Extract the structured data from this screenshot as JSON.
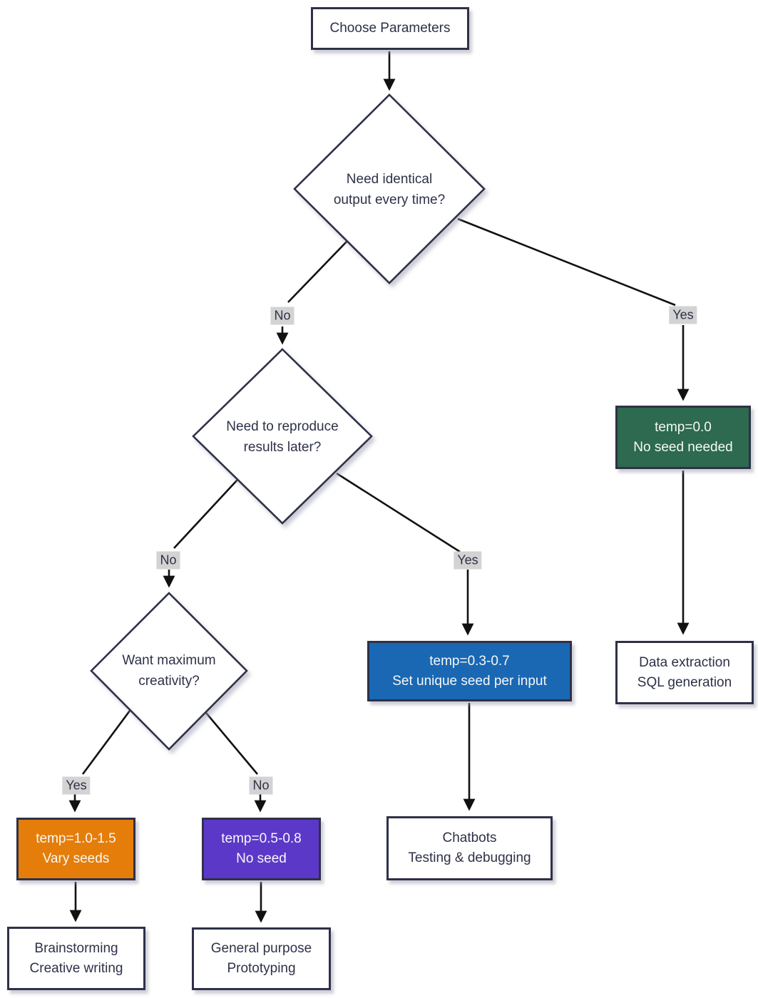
{
  "edge_labels": {
    "yes": "Yes",
    "no": "No"
  },
  "colors": {
    "outline": "#2e3148",
    "edge": "#111111",
    "label_background": "#d3d3d3",
    "green": "#2d6a4f",
    "blue": "#1a67b3",
    "orange": "#e57d0a",
    "purple": "#5c38c8"
  },
  "nodes": {
    "choose_parameters": {
      "label": "Choose Parameters"
    },
    "need_identical": {
      "line1": "Need identical",
      "line2": "output every time?"
    },
    "need_reproduce": {
      "line1": "Need to reproduce",
      "line2": "results later?"
    },
    "want_creativity": {
      "line1": "Want maximum",
      "line2": "creativity?"
    },
    "temp_zero": {
      "line1": "temp=0.0",
      "line2": "No seed needed"
    },
    "temp_mid": {
      "line1": "temp=0.3-0.7",
      "line2": "Set unique seed per input"
    },
    "temp_high": {
      "line1": "temp=1.0-1.5",
      "line2": "Vary seeds"
    },
    "temp_default": {
      "line1": "temp=0.5-0.8",
      "line2": "No seed"
    },
    "data_extraction": {
      "line1": "Data extraction",
      "line2": "SQL generation"
    },
    "chatbots": {
      "line1": "Chatbots",
      "line2": "Testing & debugging"
    },
    "brainstorming": {
      "line1": "Brainstorming",
      "line2": "Creative writing"
    },
    "general_purpose": {
      "line1": "General purpose",
      "line2": "Prototyping"
    }
  }
}
